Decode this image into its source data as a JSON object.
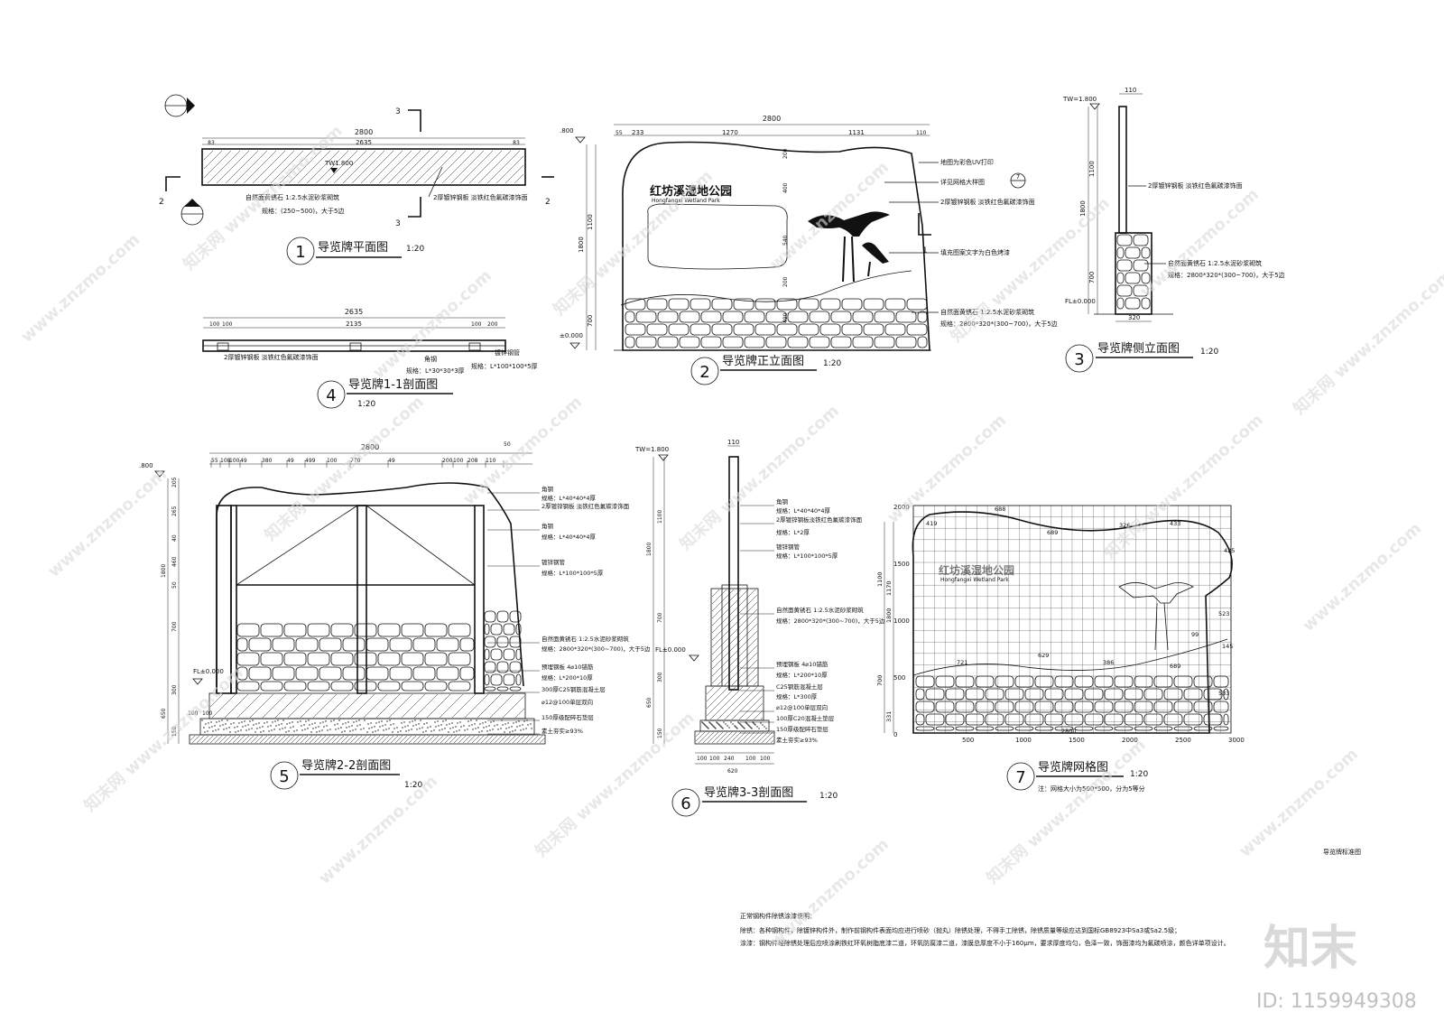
{
  "drawings": [
    {
      "num": "1",
      "title": "导览牌平面图",
      "scale": "1:20"
    },
    {
      "num": "2",
      "title": "导览牌正立面图",
      "scale": "1:20"
    },
    {
      "num": "3",
      "title": "导览牌侧立面图",
      "scale": "1:20"
    },
    {
      "num": "4",
      "title": "导览牌1-1剖面图",
      "scale": "1:20"
    },
    {
      "num": "5",
      "title": "导览牌2-2剖面图",
      "scale": "1:20"
    },
    {
      "num": "6",
      "title": "导览牌3-3剖面图",
      "scale": "1:20"
    },
    {
      "num": "7",
      "title": "导览牌网格图",
      "scale": "1:20"
    }
  ],
  "sign": {
    "name_cn": "红坊溪湿地公园",
    "name_en": "Hongfangxi Wetland Park"
  },
  "plan": {
    "dims": [
      "2800",
      "2635",
      "83",
      "83"
    ],
    "notes": [
      "自然面黄锈石 1:2.5水泥砂浆砌筑",
      "规格：(250~500)，大于5边",
      "2厚镀锌钢板 淡铁红色氟碳漆饰面"
    ],
    "section_marks": [
      "3",
      "3",
      "2",
      "2"
    ],
    "level": "TW1.800"
  },
  "front": {
    "dims_top": [
      "2800",
      "55",
      "233",
      "1270",
      "1131",
      "110"
    ],
    "dims_left": [
      "1100",
      "1800",
      "700"
    ],
    "dims_mid": [
      "200",
      "400",
      "540",
      "200",
      "490"
    ],
    "levels": [
      ".800",
      "±0.000"
    ],
    "notes": [
      "地图为彩色UV打印",
      "详见网格大样图",
      "2厚镀锌钢板 淡铁红色氟碳漆饰面",
      "填充图案文字为白色烤漆",
      "自然面黄锈石 1:2.5水泥砂浆砌筑",
      "规格：2800*320*(300~700)，大于5边"
    ],
    "detail_ref": "7",
    "section_mark": "1"
  },
  "side": {
    "dims": [
      "110",
      "1100",
      "1800",
      "700",
      "320"
    ],
    "levels": [
      "TW=1.800",
      "FL±0.000"
    ],
    "notes": [
      "2厚镀锌钢板 淡铁红色氟碳漆饰面",
      "自然面黄锈石 1:2.5水泥砂浆砌筑",
      "规格：2800*320*(300~700)，大于5边"
    ]
  },
  "sec11": {
    "dims": [
      "2635",
      "100",
      "100",
      "2135",
      "100",
      "200"
    ],
    "notes": [
      "2厚镀锌钢板 淡铁红色氟碳漆饰面",
      "角钢",
      "规格：L*30*30*3厚",
      "镀锌钢管",
      "规格：L*100*100*5厚"
    ]
  },
  "sec22": {
    "dims_top": [
      "2800",
      "55",
      "108",
      "100",
      "49",
      "380",
      "49",
      "499",
      "100",
      "770",
      "49",
      "200",
      "100",
      "208",
      "110",
      "50"
    ],
    "dims_left": [
      "1800",
      "205",
      "265",
      "40",
      "460",
      "50",
      "700",
      "300",
      "650",
      "150"
    ],
    "levels": [
      ".800",
      "FL±0.000"
    ],
    "notes": [
      "角钢",
      "规格：L*40*40*4厚",
      "2厚镀锌钢板 淡铁红色氟碳漆饰面",
      "角钢",
      "规格：L*40*40*4厚",
      "镀锌钢管",
      "规格：L*100*100*5厚",
      "自然面黄锈石 1:2.5水泥砂浆砌筑",
      "规格：2800*320*(300~700)，大于5边",
      "预埋钢板 4⌀10锚筋",
      "规格：L*200*10厚",
      "300厚C25钢筋混凝土层",
      "⌀12@100单层双向",
      "150厚级配碎石垫层",
      "素土夯实≥93%"
    ],
    "bottom_dims": [
      "100",
      "100"
    ]
  },
  "sec33": {
    "dims_top": [
      "110"
    ],
    "dims_left": [
      "1100",
      "1800",
      "700",
      "300",
      "650",
      "150"
    ],
    "dims_bottom": [
      "100",
      "100",
      "240",
      "100",
      "100",
      "620"
    ],
    "levels": [
      "TW=1.800",
      "FL±0.000"
    ],
    "notes": [
      "角钢",
      "规格：L*40*40*4厚",
      "2厚镀锌钢板淡铁红色氟碳漆饰面",
      "规格：L*2厚",
      "镀锌钢管",
      "规格：L*100*100*5厚",
      "自然面黄锈石 1:2.5水泥砂浆砌筑",
      "规格：2800*320*(300~700)，大于5边",
      "预埋钢板 4⌀10锚筋",
      "规格：L*200*10厚",
      "C25钢筋混凝土层",
      "规格：L*300厚",
      "⌀12@100单层双向",
      "100厚C20混凝土垫层",
      "150厚级配碎石垫层",
      "素土夯实≥93%"
    ]
  },
  "grid": {
    "y_ticks": [
      "2000",
      "1500",
      "1000",
      "500",
      "0"
    ],
    "x_ticks": [
      "500",
      "1000",
      "1500",
      "2000",
      "2500",
      "3000"
    ],
    "left_dims": [
      "1100",
      "1800",
      "1170",
      "700",
      "331"
    ],
    "curve_dims": [
      "419",
      "688",
      "689",
      "326",
      "433",
      "425",
      "523",
      "99",
      "145",
      "721",
      "629",
      "386",
      "689",
      "533",
      "2800"
    ],
    "note": "注：网格大小为500*500，分为5等分"
  },
  "sheet_title": "导览牌标准图",
  "notes": {
    "heading": "正常钢构件除锈涂漆说明：",
    "line1": "除锈：各种钢构件，除镀锌构件外，制作前钢构件表面均应进行喷砂（抛丸）除锈处理，不得手工除锈，除锈质量等级应达到国标GB8923中Sa3或Sa2.5级；",
    "line2": "涂漆：钢构件经除锈处理后应喷涂刷铁红环氧树脂底漆二道，环氧防腐漆二道，漆膜总厚度不小于160μm，要求厚度均匀，色泽一致，饰面漆均为氟碳喷涂，颜色详单项设计。"
  },
  "watermark": {
    "site": "www.znzmo.com",
    "brand": "知末网",
    "logo": "知末",
    "id": "ID: 1159949308"
  }
}
